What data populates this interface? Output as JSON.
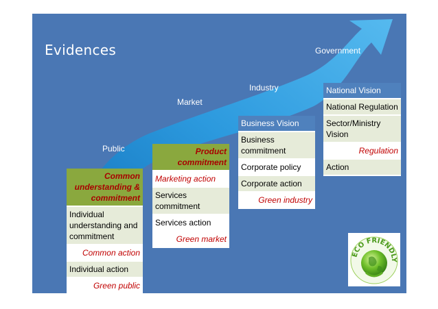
{
  "slide": {
    "title": "Evidences",
    "stages": {
      "public": "Public",
      "market": "Market",
      "industry": "Industry",
      "government": "Government"
    }
  },
  "columns": {
    "public": {
      "header": "Common understanding & commitment",
      "rows": [
        "Individual understanding and commitment",
        "Common action",
        "Individual action",
        "Green public"
      ]
    },
    "market": {
      "header": "Product commitment",
      "rows": [
        "Marketing action",
        "Services commitment",
        "Services action",
        "Green market"
      ]
    },
    "industry": {
      "header": "Business Vision",
      "rows": [
        "Business commitment",
        "Corporate policy",
        "Corporate action",
        "Green industry"
      ]
    },
    "government": {
      "header": "National Vision",
      "rows": [
        "National Regulation",
        "Sector/Ministry Vision",
        "Regulation",
        "Action"
      ]
    }
  },
  "logo": {
    "text": "ECO FRIENDLY"
  },
  "colors": {
    "background": "#4a77b4",
    "arrow": "#1e8fd8",
    "header_green": "#8aa83e",
    "header_blue": "#4f81bd",
    "accent_red": "#c00000"
  }
}
